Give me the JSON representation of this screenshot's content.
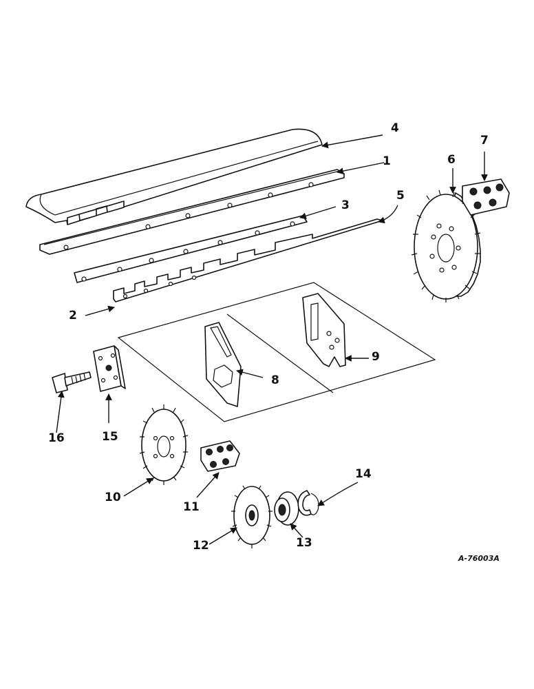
{
  "callouts": {
    "c1": "1",
    "c2": "2",
    "c3": "3",
    "c4": "4",
    "c5": "5",
    "c6": "6",
    "c7": "7",
    "c8": "8",
    "c9": "9",
    "c10": "10",
    "c11": "11",
    "c12": "12",
    "c13": "13",
    "c14": "14",
    "c15": "15",
    "c16": "16"
  },
  "drawing_number": "A-76003A"
}
